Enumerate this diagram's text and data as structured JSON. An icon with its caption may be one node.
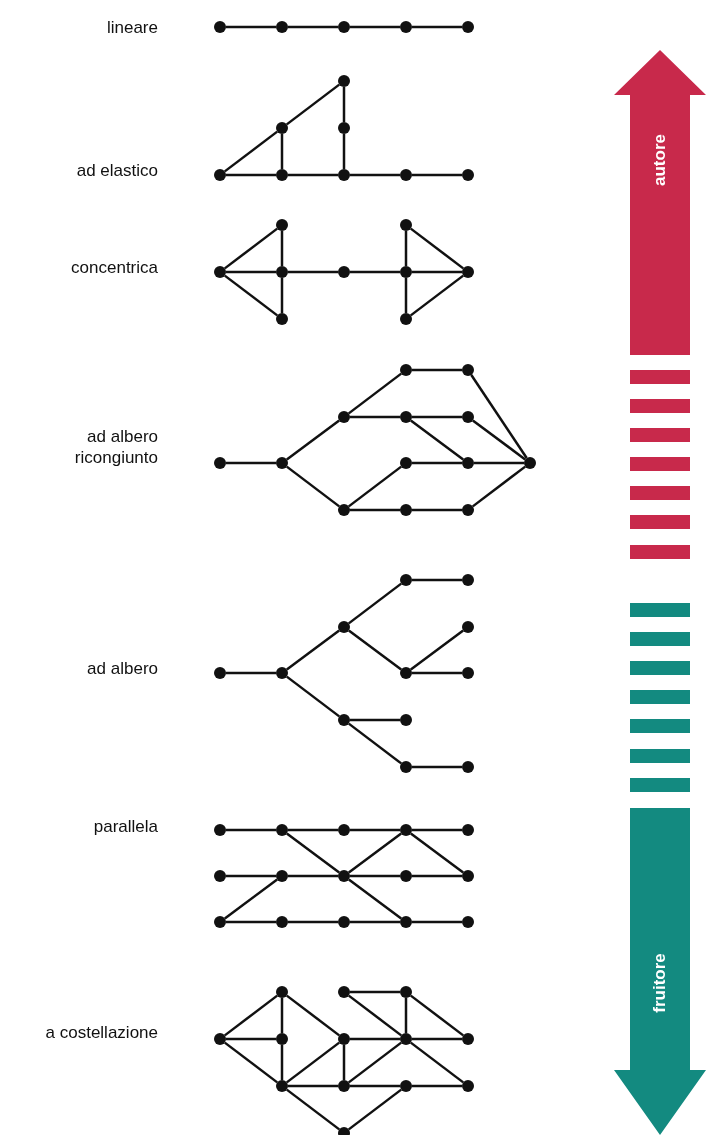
{
  "diagram": {
    "nodes": [
      {
        "text": [],
        "shape": "circle"
      },
      {
        "text": [],
        "shape": "circle"
      },
      {
        "text": [],
        "shape": "circle"
      },
      {
        "text": [],
        "shape": "circle"
      },
      {
        "text": [],
        "shape": "circle"
      },
      {
        "text": [],
        "shape": "circle"
      },
      {
        "text": [],
        "shape": "circle"
      },
      {
        "text": [],
        "shape": "circle"
      },
      {
        "text": [],
        "shape": "circle"
      },
      {
        "text": [],
        "shape": "circle"
      },
      {
        "text": [],
        "shape": "circle"
      },
      {
        "text": [],
        "shape": "circle"
      },
      {
        "text": [],
        "shape": "circle"
      },
      {
        "text": [],
        "shape": "circle"
      },
      {
        "text": [],
        "shape": "circle"
      },
      {
        "text": [],
        "shape": "circle"
      },
      {
        "text": [],
        "shape": "circle"
      },
      {
        "text": [],
        "shape": "circle"
      },
      {
        "text": [],
        "shape": "circle"
      },
      {
        "text": [],
        "shape": "circle"
      },
      {
        "text": [],
        "shape": "circle"
      },
      {
        "text": [],
        "shape": "circle"
      },
      {
        "text": [],
        "shape": "circle"
      },
      {
        "text": [],
        "shape": "circle"
      },
      {
        "text": [],
        "shape": "circle"
      },
      {
        "text": [],
        "shape": "circle"
      },
      {
        "text": [],
        "shape": "circle"
      },
      {
        "text": [],
        "shape": "circle"
      },
      {
        "text": [],
        "shape": "circle"
      },
      {
        "text": [],
        "shape": "circle"
      },
      {
        "text": [],
        "shape": "circle"
      },
      {
        "text": [],
        "shape": "circle"
      },
      {
        "text": [],
        "shape": "circle"
      },
      {
        "text": [],
        "shape": "circle"
      },
      {
        "text": [],
        "shape": "circle"
      },
      {
        "text": [],
        "shape": "circle"
      },
      {
        "text": [],
        "shape": "circle"
      },
      {
        "text": [],
        "shape": "circle"
      },
      {
        "text": [],
        "shape": "circle"
      },
      {
        "text": [],
        "shape": "circle"
      },
      {
        "text": [],
        "shape": "circle"
      },
      {
        "text": [],
        "shape": "circle"
      },
      {
        "text": [],
        "shape": "circle"
      },
      {
        "text": [],
        "shape": "circle"
      },
      {
        "text": [],
        "shape": "circle"
      },
      {
        "text": [],
        "shape": "circle"
      },
      {
        "text": [],
        "shape": "circle"
      },
      {
        "text": [],
        "shape": "circle"
      },
      {
        "text": [],
        "shape": "circle"
      },
      {
        "text": [],
        "shape": "circle"
      },
      {
        "text": [],
        "shape": "circle"
      },
      {
        "text": [],
        "shape": "circle"
      },
      {
        "text": [],
        "shape": "circle"
      },
      {
        "text": [],
        "shape": "circle"
      },
      {
        "text": [],
        "shape": "circle"
      },
      {
        "text": [],
        "shape": "circle"
      },
      {
        "text": [],
        "shape": "circle"
      },
      {
        "text": [],
        "shape": "circle"
      },
      {
        "text": [],
        "shape": "circle"
      },
      {
        "text": [],
        "shape": "circle"
      },
      {
        "text": [],
        "shape": "circle"
      },
      {
        "text": [],
        "shape": "circle"
      },
      {
        "text": [],
        "shape": "circle"
      },
      {
        "text": [],
        "shape": "circle"
      },
      {
        "text": [],
        "shape": "circle"
      },
      {
        "text": [],
        "shape": "circle"
      },
      {
        "text": [],
        "shape": "circle"
      },
      {
        "text": [],
        "shape": "circle"
      },
      {
        "text": [],
        "shape": "circle"
      },
      {
        "text": [],
        "shape": "circle"
      },
      {
        "text": [],
        "shape": "circle"
      },
      {
        "text": [],
        "shape": "circle"
      },
      {
        "text": [],
        "shape": "circle"
      },
      {
        "text": [],
        "shape": "circle"
      },
      {
        "text": [],
        "shape": "circle"
      },
      {
        "text": [
          "autore"
        ]
      },
      {
        "text": [
          "fruitore"
        ]
      }
    ],
    "edges": [
      {
        "from": 0,
        "to": 1,
        "arrow": "none"
      },
      {
        "from": 1,
        "to": 2,
        "arrow": "none"
      },
      {
        "from": 2,
        "to": 3,
        "arrow": "none"
      },
      {
        "from": 3,
        "to": 4,
        "arrow": "none"
      },
      {
        "from": 8,
        "to": 6,
        "arrow": "none"
      },
      {
        "from": 6,
        "to": 5,
        "arrow": "none"
      },
      {
        "from": 5,
        "to": 7,
        "arrow": "none"
      },
      {
        "from": 7,
        "to": 10,
        "arrow": "none"
      },
      {
        "from": 6,
        "to": 9,
        "arrow": "none"
      },
      {
        "from": 8,
        "to": 9,
        "arrow": "none"
      },
      {
        "from": 9,
        "to": 10,
        "arrow": "none"
      },
      {
        "from": 10,
        "to": 11,
        "arrow": "none"
      },
      {
        "from": 11,
        "to": 12,
        "arrow": "none"
      },
      {
        "from": 15,
        "to": 13,
        "arrow": "none"
      },
      {
        "from": 15,
        "to": 16,
        "arrow": "none"
      },
      {
        "from": 15,
        "to": 20,
        "arrow": "none"
      },
      {
        "from": 13,
        "to": 16,
        "arrow": "none"
      },
      {
        "from": 16,
        "to": 20,
        "arrow": "none"
      },
      {
        "from": 16,
        "to": 17,
        "arrow": "none"
      },
      {
        "from": 17,
        "to": 18,
        "arrow": "none"
      },
      {
        "from": 14,
        "to": 18,
        "arrow": "none"
      },
      {
        "from": 18,
        "to": 21,
        "arrow": "none"
      },
      {
        "from": 14,
        "to": 19,
        "arrow": "none"
      },
      {
        "from": 18,
        "to": 19,
        "arrow": "none"
      },
      {
        "from": 21,
        "to": 19,
        "arrow": "none"
      },
      {
        "from": 27,
        "to": 28,
        "arrow": "none"
      },
      {
        "from": 28,
        "to": 24,
        "arrow": "none"
      },
      {
        "from": 28,
        "to": 32,
        "arrow": "none"
      },
      {
        "from": 24,
        "to": 22,
        "arrow": "none"
      },
      {
        "from": 22,
        "to": 23,
        "arrow": "none"
      },
      {
        "from": 23,
        "to": 31,
        "arrow": "none"
      },
      {
        "from": 24,
        "to": 25,
        "arrow": "none"
      },
      {
        "from": 25,
        "to": 26,
        "arrow": "none"
      },
      {
        "from": 26,
        "to": 31,
        "arrow": "none"
      },
      {
        "from": 25,
        "to": 30,
        "arrow": "none"
      },
      {
        "from": 29,
        "to": 30,
        "arrow": "none"
      },
      {
        "from": 30,
        "to": 31,
        "arrow": "none"
      },
      {
        "from": 32,
        "to": 29,
        "arrow": "none"
      },
      {
        "from": 32,
        "to": 33,
        "arrow": "none"
      },
      {
        "from": 33,
        "to": 34,
        "arrow": "none"
      },
      {
        "from": 34,
        "to": 31,
        "arrow": "none"
      },
      {
        "from": 39,
        "to": 40,
        "arrow": "none"
      },
      {
        "from": 40,
        "to": 37,
        "arrow": "none"
      },
      {
        "from": 40,
        "to": 43,
        "arrow": "none"
      },
      {
        "from": 37,
        "to": 35,
        "arrow": "none"
      },
      {
        "from": 35,
        "to": 36,
        "arrow": "none"
      },
      {
        "from": 37,
        "to": 41,
        "arrow": "none"
      },
      {
        "from": 41,
        "to": 38,
        "arrow": "none"
      },
      {
        "from": 41,
        "to": 42,
        "arrow": "none"
      },
      {
        "from": 43,
        "to": 44,
        "arrow": "none"
      },
      {
        "from": 43,
        "to": 45,
        "arrow": "none"
      },
      {
        "from": 45,
        "to": 46,
        "arrow": "none"
      },
      {
        "from": 47,
        "to": 48,
        "arrow": "none"
      },
      {
        "from": 48,
        "to": 49,
        "arrow": "none"
      },
      {
        "from": 49,
        "to": 50,
        "arrow": "none"
      },
      {
        "from": 50,
        "to": 51,
        "arrow": "none"
      },
      {
        "from": 52,
        "to": 53,
        "arrow": "none"
      },
      {
        "from": 53,
        "to": 54,
        "arrow": "none"
      },
      {
        "from": 54,
        "to": 55,
        "arrow": "none"
      },
      {
        "from": 55,
        "to": 56,
        "arrow": "none"
      },
      {
        "from": 57,
        "to": 58,
        "arrow": "none"
      },
      {
        "from": 58,
        "to": 59,
        "arrow": "none"
      },
      {
        "from": 59,
        "to": 60,
        "arrow": "none"
      },
      {
        "from": 60,
        "to": 61,
        "arrow": "none"
      },
      {
        "from": 48,
        "to": 54,
        "arrow": "none"
      },
      {
        "from": 54,
        "to": 50,
        "arrow": "none"
      },
      {
        "from": 50,
        "to": 56,
        "arrow": "none"
      },
      {
        "from": 54,
        "to": 60,
        "arrow": "none"
      },
      {
        "from": 57,
        "to": 53,
        "arrow": "none"
      },
      {
        "from": 65,
        "to": 62,
        "arrow": "none"
      },
      {
        "from": 65,
        "to": 66,
        "arrow": "none"
      },
      {
        "from": 65,
        "to": 70,
        "arrow": "none"
      },
      {
        "from": 62,
        "to": 66,
        "arrow": "none"
      },
      {
        "from": 66,
        "to": 70,
        "arrow": "none"
      },
      {
        "from": 62,
        "to": 67,
        "arrow": "none"
      },
      {
        "from": 63,
        "to": 64,
        "arrow": "none"
      },
      {
        "from": 63,
        "to": 68,
        "arrow": "none"
      },
      {
        "from": 64,
        "to": 68,
        "arrow": "none"
      },
      {
        "from": 64,
        "to": 69,
        "arrow": "none"
      },
      {
        "from": 67,
        "to": 68,
        "arrow": "none"
      },
      {
        "from": 68,
        "to": 69,
        "arrow": "none"
      },
      {
        "from": 67,
        "to": 71,
        "arrow": "none"
      },
      {
        "from": 70,
        "to": 67,
        "arrow": "none"
      },
      {
        "from": 70,
        "to": 71,
        "arrow": "none"
      },
      {
        "from": 71,
        "to": 68,
        "arrow": "none"
      },
      {
        "from": 68,
        "to": 73,
        "arrow": "none"
      },
      {
        "from": 71,
        "to": 72,
        "arrow": "none"
      },
      {
        "from": 72,
        "to": 73,
        "arrow": "none"
      },
      {
        "from": 70,
        "to": 74,
        "arrow": "none"
      },
      {
        "from": 74,
        "to": 72,
        "arrow": "none"
      }
    ],
    "labels": [
      "lineare",
      "ad elastico",
      "concentrica",
      "ad albero ricongiunto",
      "ad albero",
      "parallela",
      "a costellazione"
    ]
  }
}
